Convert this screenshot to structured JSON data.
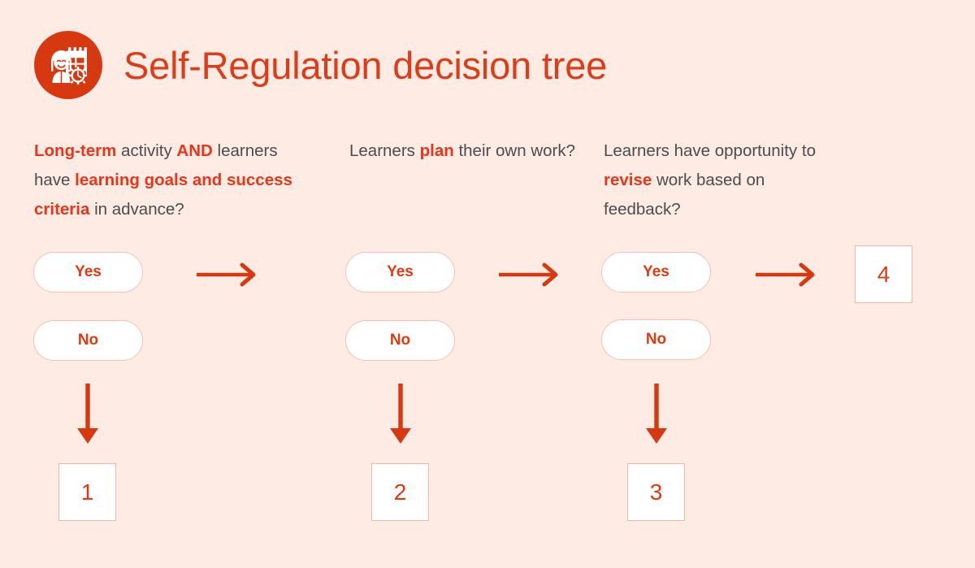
{
  "colors": {
    "background": "#fdebe4",
    "accent": "#d6380f",
    "title": "#dd3c18",
    "highlight": "#e8361a",
    "body_text": "#4c4c4c",
    "pill_border": "#f4c3b2",
    "box_border": "#f0b9a5",
    "card_fill": "#ffffff"
  },
  "header": {
    "icon_name": "self-regulation-learner-calendar-icon",
    "title": "Self-Regulation decision tree"
  },
  "columns": [
    {
      "id": "column-1",
      "question_parts": [
        {
          "text": "Long-term",
          "highlight": true
        },
        {
          "text": " activity ",
          "highlight": false
        },
        {
          "text": "AND",
          "highlight": true
        },
        {
          "text": " learners have ",
          "highlight": false
        },
        {
          "text": "learning goals and success criteria",
          "highlight": true
        },
        {
          "text": " in advance?",
          "highlight": false
        }
      ],
      "question_plain": "Long-term activity AND learners have learning goals and success criteria in advance?",
      "yes_label": "Yes",
      "no_label": "No",
      "outcome": "1"
    },
    {
      "id": "column-2",
      "question_parts": [
        {
          "text": "Learners ",
          "highlight": false
        },
        {
          "text": "plan",
          "highlight": true
        },
        {
          "text": " their own work?",
          "highlight": false
        }
      ],
      "question_plain": "Learners plan their own work?",
      "yes_label": "Yes",
      "no_label": "No",
      "outcome": "2"
    },
    {
      "id": "column-3",
      "question_parts": [
        {
          "text": "Learners have opportunity to ",
          "highlight": false
        },
        {
          "text": "revise",
          "highlight": true
        },
        {
          "text": " work based on feedback?",
          "highlight": false
        }
      ],
      "question_plain": "Learners have opportunity to revise work based on feedback?",
      "yes_label": "Yes",
      "no_label": "No",
      "outcome": "3"
    }
  ],
  "final_outcome": "4",
  "arrows": {
    "right_icon_name": "arrow-right-icon",
    "down_icon_name": "arrow-down-icon",
    "right_count": 3,
    "down_count": 3
  }
}
